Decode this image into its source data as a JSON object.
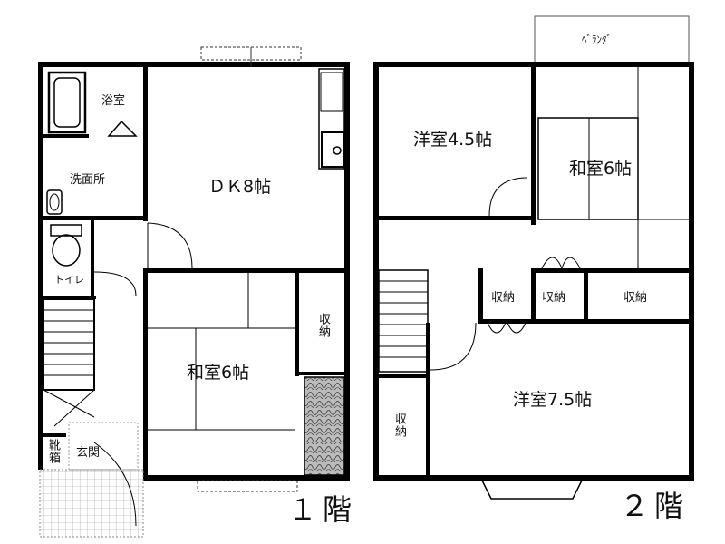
{
  "floor1": {
    "floor_label": "１階",
    "rooms": {
      "bath": "浴室",
      "washroom": "洗面所",
      "dk": "ＤＫ8帖",
      "toilet": "トイレ",
      "washitsu": "和室6帖",
      "storage": "収納",
      "shoe_box": "靴箱",
      "entrance": "玄関"
    }
  },
  "floor2": {
    "floor_label": "２階",
    "rooms": {
      "veranda": "ﾍﾞﾗﾝﾀﾞ",
      "youshitsu_small": "洋室4.5帖",
      "washitsu": "和室6帖",
      "storage_a": "収納",
      "storage_b": "収納",
      "storage_c": "収納",
      "youshitsu_large": "洋室7.5帖",
      "storage_d": "収納"
    }
  },
  "colors": {
    "wall": "#000000",
    "line": "#222222",
    "hatch": "#555555",
    "background": "#ffffff"
  }
}
